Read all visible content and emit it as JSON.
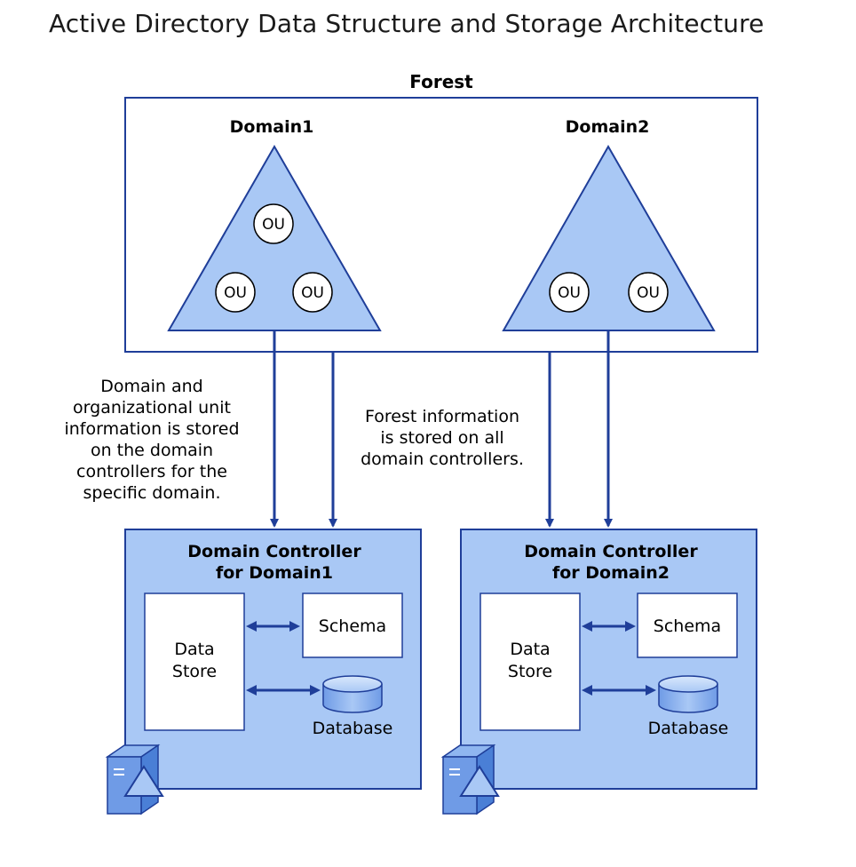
{
  "title": "Active Directory Data Structure and Storage Architecture",
  "forest": {
    "label": "Forest",
    "domains": [
      {
        "label": "Domain1",
        "ous": [
          "OU",
          "OU",
          "OU"
        ]
      },
      {
        "label": "Domain2",
        "ous": [
          "OU",
          "OU"
        ]
      }
    ]
  },
  "annotations": {
    "domain_info": [
      "Domain and",
      "organizational unit",
      "information is stored",
      "on the domain",
      "controllers for the",
      "specific domain."
    ],
    "forest_info": [
      "Forest information",
      "is stored on all",
      "domain controllers."
    ]
  },
  "controllers": [
    {
      "title_line1": "Domain Controller",
      "title_line2": "for Domain1",
      "data_store": [
        "Data",
        "Store"
      ],
      "schema": "Schema",
      "database": "Database"
    },
    {
      "title_line1": "Domain Controller",
      "title_line2": "for Domain2",
      "data_store": [
        "Data",
        "Store"
      ],
      "schema": "Schema",
      "database": "Database"
    }
  ],
  "colors": {
    "stroke": "#1f3e99",
    "fill_blue": "#a9c8f5",
    "fill_light": "#bcd6f8",
    "arrow": "#1f3e99"
  }
}
